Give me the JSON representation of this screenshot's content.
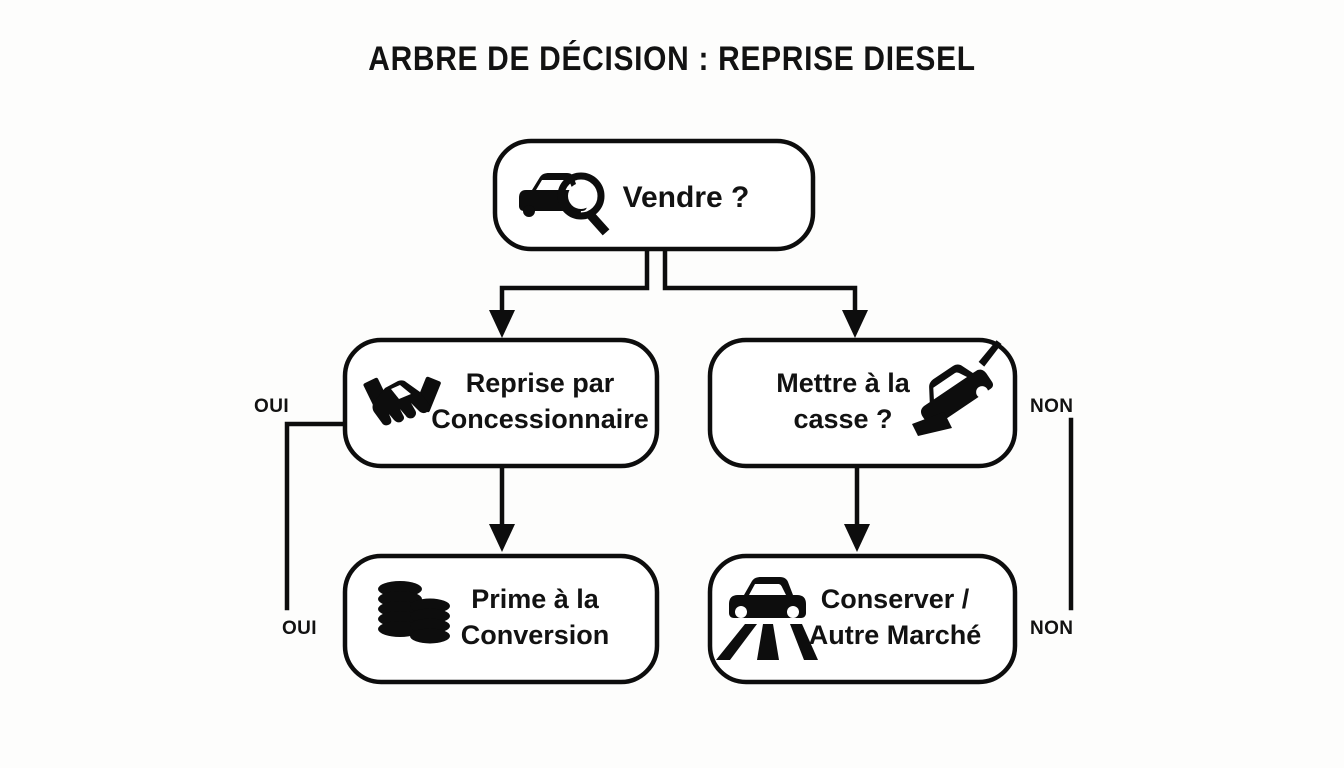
{
  "title": "ARBRE DE DÉCISION : REPRISE DIESEL",
  "colors": {
    "background": "#fdfdfc",
    "stroke": "#0d0d0d",
    "text": "#121212",
    "node_fill": "#ffffff"
  },
  "nodes": {
    "root": {
      "id": "vendre",
      "label_line1": "Vendre ?",
      "label_line2": "",
      "icon": "car-search-icon",
      "icon_side": "left"
    },
    "reprise": {
      "id": "reprise-concessionnaire",
      "label_line1": "Reprise par",
      "label_line2": "Concessionnaire",
      "icon": "handshake-icon",
      "icon_side": "left"
    },
    "casse": {
      "id": "mettre-a-la-casse",
      "label_line1": "Mettre à la",
      "label_line2": "casse ?",
      "icon": "scrapped-car-icon",
      "icon_side": "right"
    },
    "prime": {
      "id": "prime-conversion",
      "label_line1": "Prime à la",
      "label_line2": "Conversion",
      "icon": "coin-stacks-icon",
      "icon_side": "left"
    },
    "conserver": {
      "id": "conserver-autre-marche",
      "label_line1": "Conserver /",
      "label_line2": "Autre Marché",
      "icon": "car-road-icon",
      "icon_side": "left"
    }
  },
  "edge_labels": {
    "oui_top": "OUI",
    "oui_bottom": "OUI",
    "non_top": "NON",
    "non_bottom": "NON"
  }
}
